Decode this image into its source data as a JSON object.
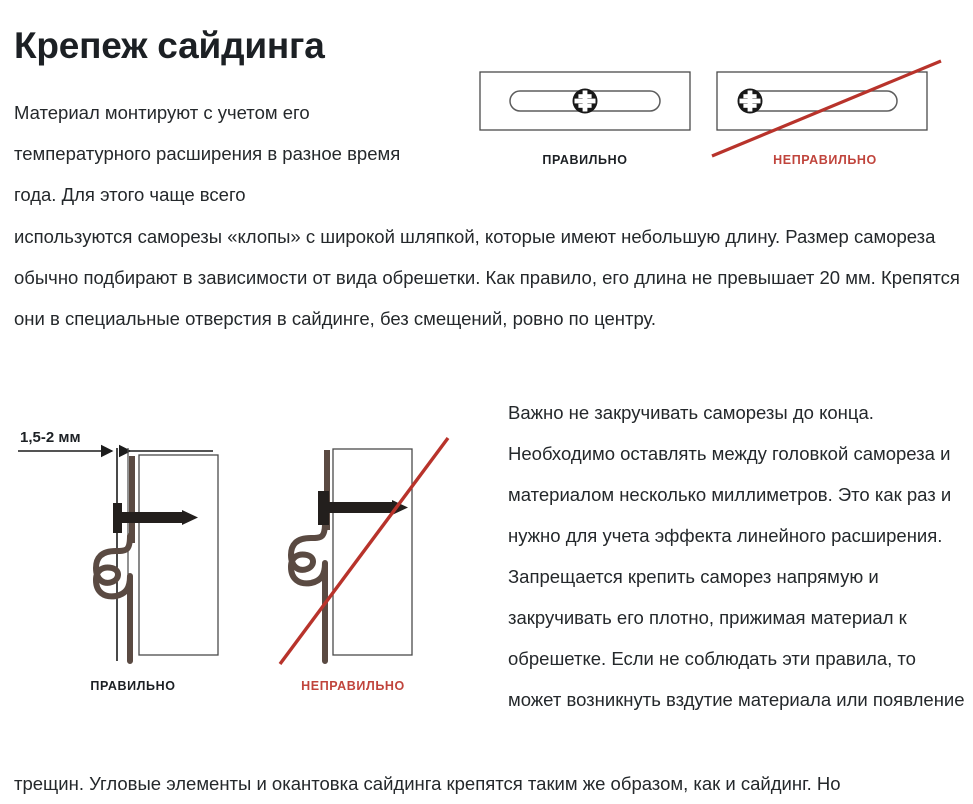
{
  "article": {
    "title": "Крепеж сайдинга",
    "paragraphs": {
      "intro": "Материал монтируют с учетом его температурного расширения в разное время года. Для этого чаще всего",
      "wide": "используются саморезы «клопы» с широкой шляпкой, которые имеют небольшую длину. Размер самореза обычно подбирают в зависимости от вида обрешетки. Как правило, его длина не превышает 20 мм. Крепятся они в специальные отверстия в сайдинге, без смещений, ровно по центру.",
      "right": "Важно не закручивать саморезы до конца. Необходимо оставлять между головкой самореза и материалом несколько миллиметров. Это как раз и нужно для учета эффекта линейного расширения. Запрещается крепить саморез напрямую и закручивать его плотно, прижимая материал к обрешетке. Если не соблюдать эти правила, то может возникнуть вздутие материала или появление",
      "bottom": "трещин. Угловые элементы и окантовка сайдинга крепятся таким же образом, как и сайдинг. Но"
    }
  },
  "figure_top": {
    "name": "screw-placement-in-slot-diagram",
    "correct": {
      "caption": "ПРАВИЛЬНО",
      "description": "Саморез по центру продолговатого отверстия",
      "screw_position": "center"
    },
    "incorrect": {
      "caption": "НЕПРАВИЛЬНО",
      "description": "Саморез у края продолговатого отверстия",
      "screw_position": "left-edge",
      "crossed_out": true
    }
  },
  "figure_bottom": {
    "name": "screw-tightness-diagram",
    "dimension_label": "1,5-2 мм",
    "correct": {
      "caption": "ПРАВИЛЬНО",
      "description": "Между головкой самореза и материалом оставлен зазор"
    },
    "incorrect": {
      "caption": "НЕПРАВИЛЬНО",
      "description": "Саморез закручен плотно, материал прижат к обрешетке",
      "crossed_out": true
    }
  },
  "colors": {
    "text": "#24282b",
    "title": "#1c2024",
    "error_red": "#c0443c",
    "cross_line_red": "#b8332b",
    "siding_brown": "#5a4a42",
    "fastener_black": "#231f1d",
    "outline_gray": "#6b6b6b"
  }
}
